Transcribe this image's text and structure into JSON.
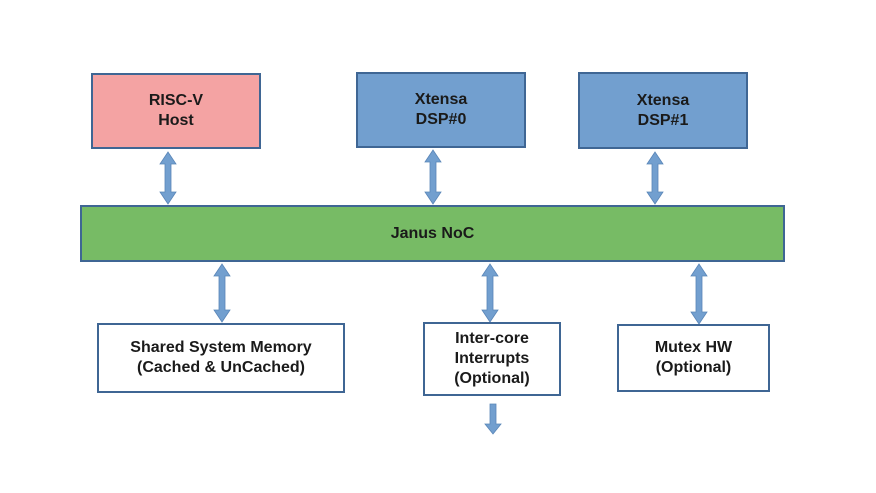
{
  "colors": {
    "host_fill": "#f4a3a3",
    "dsp_fill": "#729fcf",
    "noc_fill": "#77bb65",
    "arrow": "#729fcf",
    "border": "#3f6694"
  },
  "blocks": {
    "host": "RISC-V\nHost",
    "dsp0": "Xtensa\nDSP#0",
    "dsp1": "Xtensa\nDSP#1",
    "noc": "Janus NoC",
    "memory": "Shared System Memory\n(Cached & UnCached)",
    "interrupts": "Inter-core\nInterrupts\n(Optional)",
    "mutex": "Mutex HW\n(Optional)"
  }
}
